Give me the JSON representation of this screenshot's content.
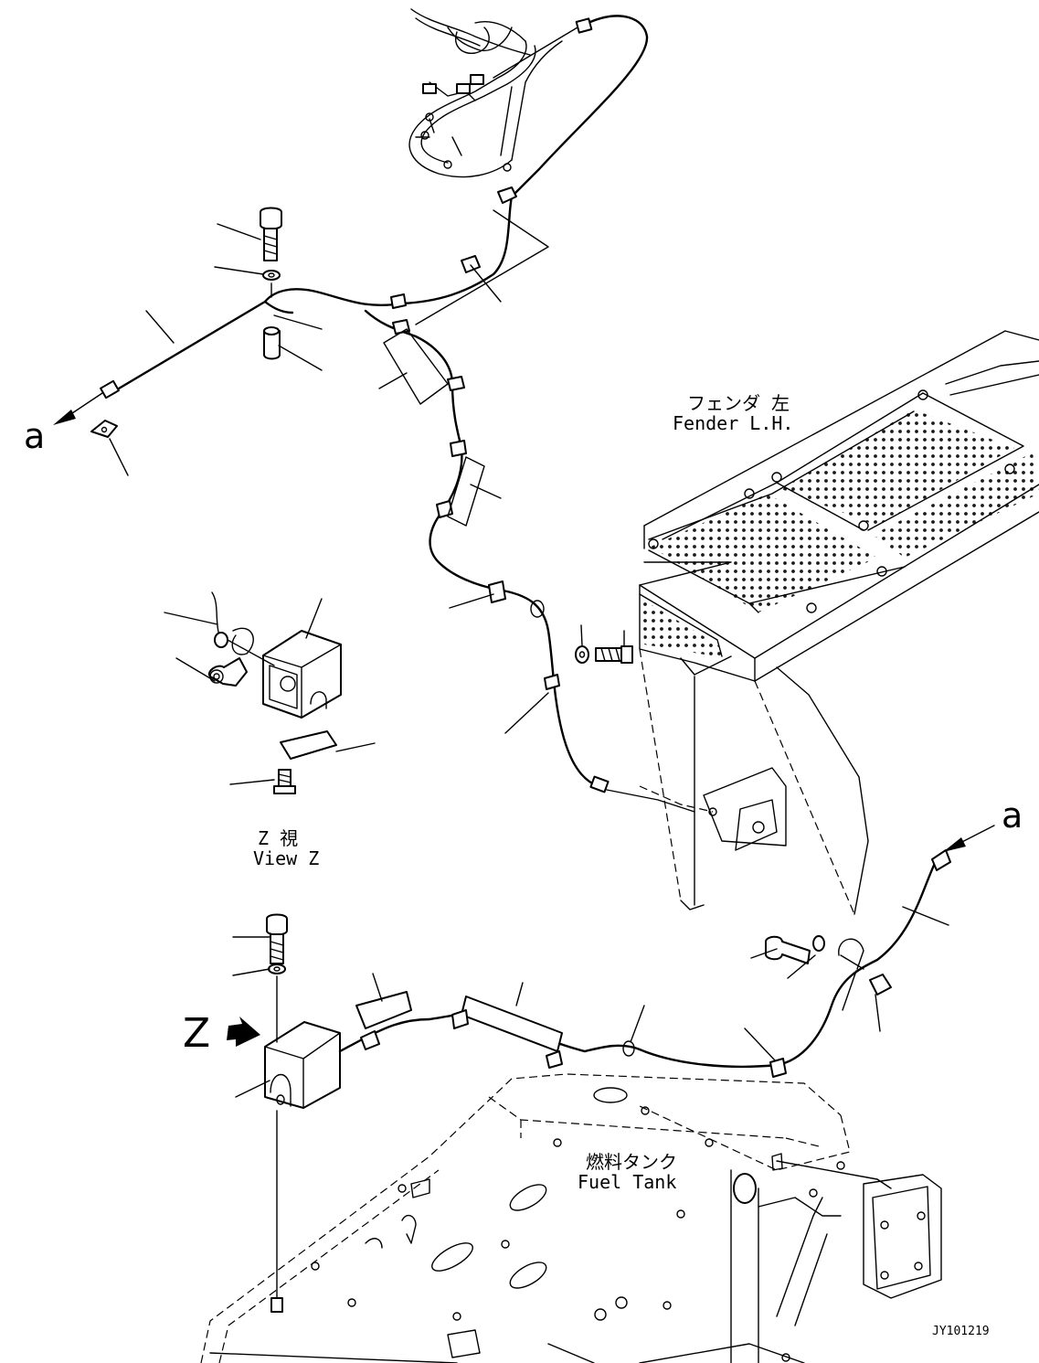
{
  "labels": {
    "fender_jp": "フェンダ 左",
    "fender_en": "Fender L.H.",
    "view_jp": "Z 視",
    "view_en": "View Z",
    "fuel_jp": "燃料タンク",
    "fuel_en": "Fuel Tank",
    "arrow_a_left": "a",
    "arrow_a_right": "a",
    "view_arrow": "Z",
    "drawing_no": "JY101219"
  }
}
